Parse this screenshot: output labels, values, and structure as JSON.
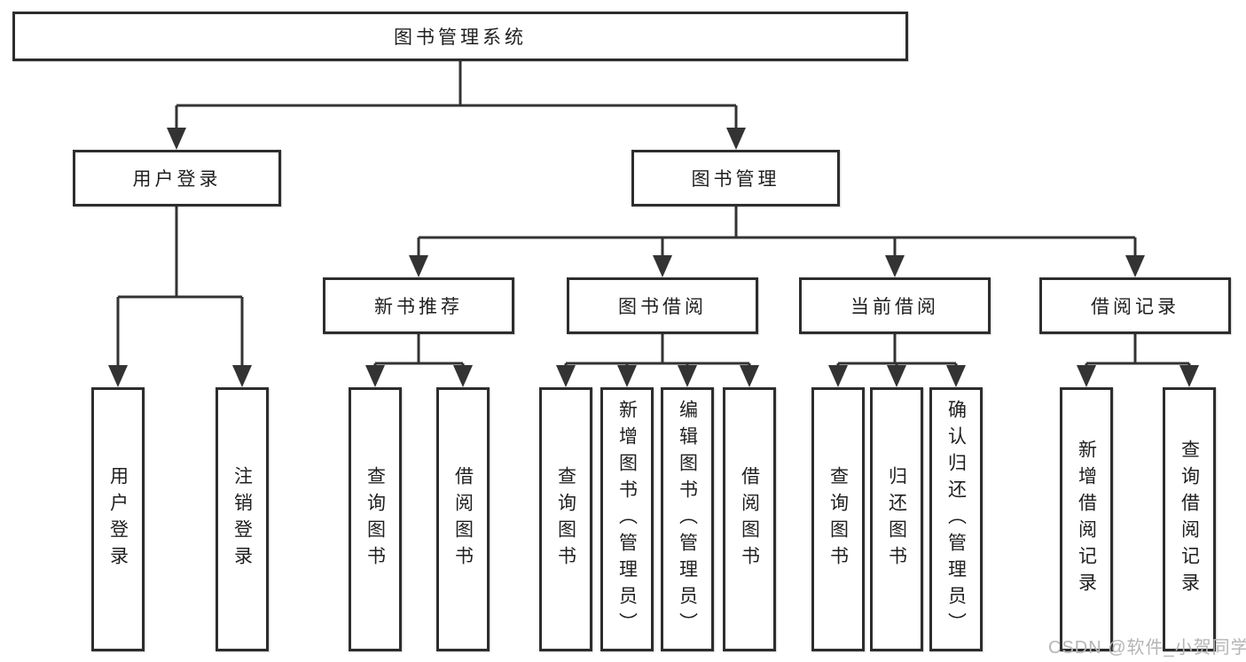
{
  "colors": {
    "line": "#333333",
    "box_border": "#2d2d2d",
    "box_fill": "#ffffff",
    "text": "#1f1f1f",
    "watermark": "#b5b5b5",
    "background": "#ffffff"
  },
  "watermark": {
    "text": "CSDN @软件_小贺同学"
  },
  "tree": {
    "label": "图书管理系统",
    "children": [
      {
        "label": "用户登录",
        "children": [
          {
            "label": "用户登录"
          },
          {
            "label": "注销登录"
          }
        ]
      },
      {
        "label": "图书管理",
        "children": [
          {
            "label": "新书推荐",
            "children": [
              {
                "label": "查询图书"
              },
              {
                "label": "借阅图书"
              }
            ]
          },
          {
            "label": "图书借阅",
            "children": [
              {
                "label": "查询图书"
              },
              {
                "label": "新增图书（管理员）"
              },
              {
                "label": "编辑图书（管理员）"
              },
              {
                "label": "借阅图书"
              }
            ]
          },
          {
            "label": "当前借阅",
            "children": [
              {
                "label": "查询图书"
              },
              {
                "label": "归还图书"
              },
              {
                "label": "确认归还（管理员）"
              }
            ]
          },
          {
            "label": "借阅记录",
            "children": [
              {
                "label": "新增借阅记录"
              },
              {
                "label": "查询借阅记录"
              }
            ]
          }
        ]
      }
    ]
  }
}
